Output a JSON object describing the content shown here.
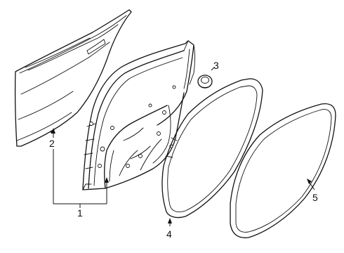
{
  "callouts": {
    "c1": "1",
    "c2": "2",
    "c3": "3",
    "c4": "4",
    "c5": "5"
  },
  "parts": [
    {
      "id": 1,
      "name": "door-shell-assembly"
    },
    {
      "id": 2,
      "name": "outer-door-panel"
    },
    {
      "id": 3,
      "name": "door-plug-grommet"
    },
    {
      "id": 4,
      "name": "door-side-weatherstrip"
    },
    {
      "id": 5,
      "name": "body-side-weatherstrip"
    }
  ]
}
